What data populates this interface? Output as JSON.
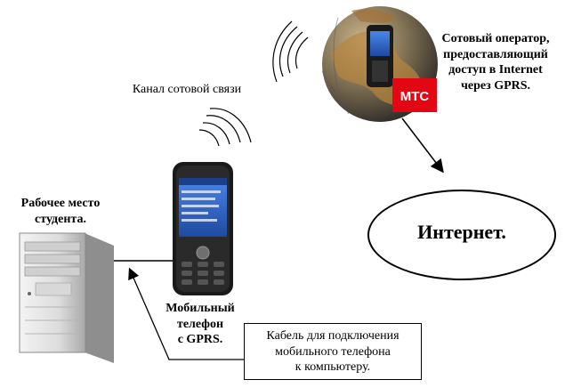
{
  "labels": {
    "channel": "Канал сотовой связи",
    "operator": [
      "Сотовый оператор,",
      "предоставляющий",
      "доступ в Internet",
      "через GPRS."
    ],
    "workplace": [
      "Рабочее место",
      "студента."
    ],
    "phone": [
      "Мобильный",
      "телефон",
      "с GPRS."
    ],
    "cable": [
      "Кабель для подключения",
      "мобильного телефона",
      "к компьютеру."
    ],
    "internet": "Интернет.",
    "brand": "МТС"
  },
  "colors": {
    "brand_red": "#e30613",
    "globe_ocean": "#5b6a78",
    "globe_land": "#b8843e",
    "pc_body": "#e6e6e6",
    "phone_body": "#1a1a1a",
    "phone_screen": "#2f62c4"
  }
}
